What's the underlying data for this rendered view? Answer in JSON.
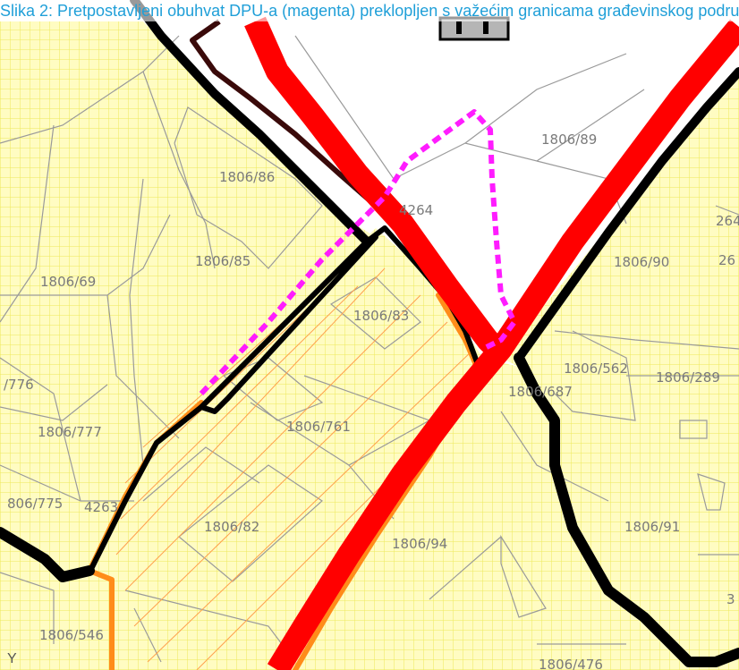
{
  "caption": "Slika 2: Pretpostavljeni obuhvat DPU-a (magenta) preklopljen s važećim granicama građevinskog područja",
  "corner_label": "Y",
  "colors": {
    "grid_yellow": "#fffcc2",
    "grid_line": "#ece95a",
    "parcel_line": "#9a9a9a",
    "boundary_black": "#000000",
    "boundary_dark": "#3a0a0a",
    "road_red": "#ff0000",
    "orange": "#ff8c1a",
    "magenta": "#ff1cff",
    "building_fill": "#b5b5b5"
  },
  "parcel_labels": [
    "1806/89",
    "1806/86",
    "4264",
    "1806/85",
    "1806/69",
    "1806/83",
    "1806/90",
    "1806/562",
    "1806/289",
    "1806/687",
    "/776",
    "1806/777",
    "1806/761",
    "806/775",
    "4263",
    "1806/82",
    "1806/94",
    "1806/91",
    "1806/546",
    "1806/476",
    "264",
    "26",
    "3"
  ]
}
